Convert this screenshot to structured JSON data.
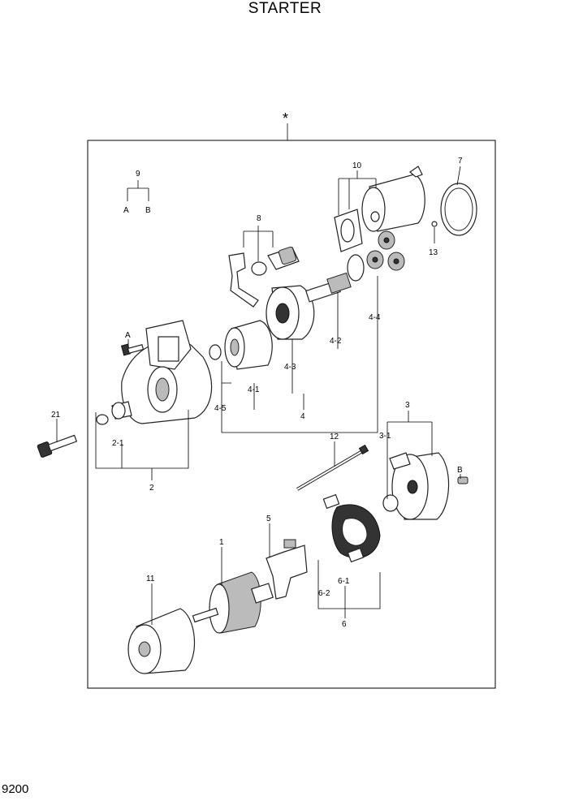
{
  "title": "STARTER",
  "page_number": "9200",
  "assembly_mark": "*",
  "callouts": {
    "p1": "1",
    "p2": "2",
    "p2_1": "2-1",
    "p3": "3",
    "p3_1": "3-1",
    "p4": "4",
    "p4_1": "4-1",
    "p4_2": "4-2",
    "p4_3": "4-3",
    "p4_4": "4-4",
    "p4_5": "4-5",
    "p5": "5",
    "p6": "6",
    "p6_1": "6-1",
    "p6_2": "6-2",
    "p7": "7",
    "p8": "8",
    "p9": "9",
    "p10": "10",
    "p11": "11",
    "p12": "12",
    "p13": "13",
    "p21": "21",
    "ref_a_legend": "A",
    "ref_b_legend": "B",
    "ref_a_part": "A",
    "ref_b_part": "B"
  }
}
